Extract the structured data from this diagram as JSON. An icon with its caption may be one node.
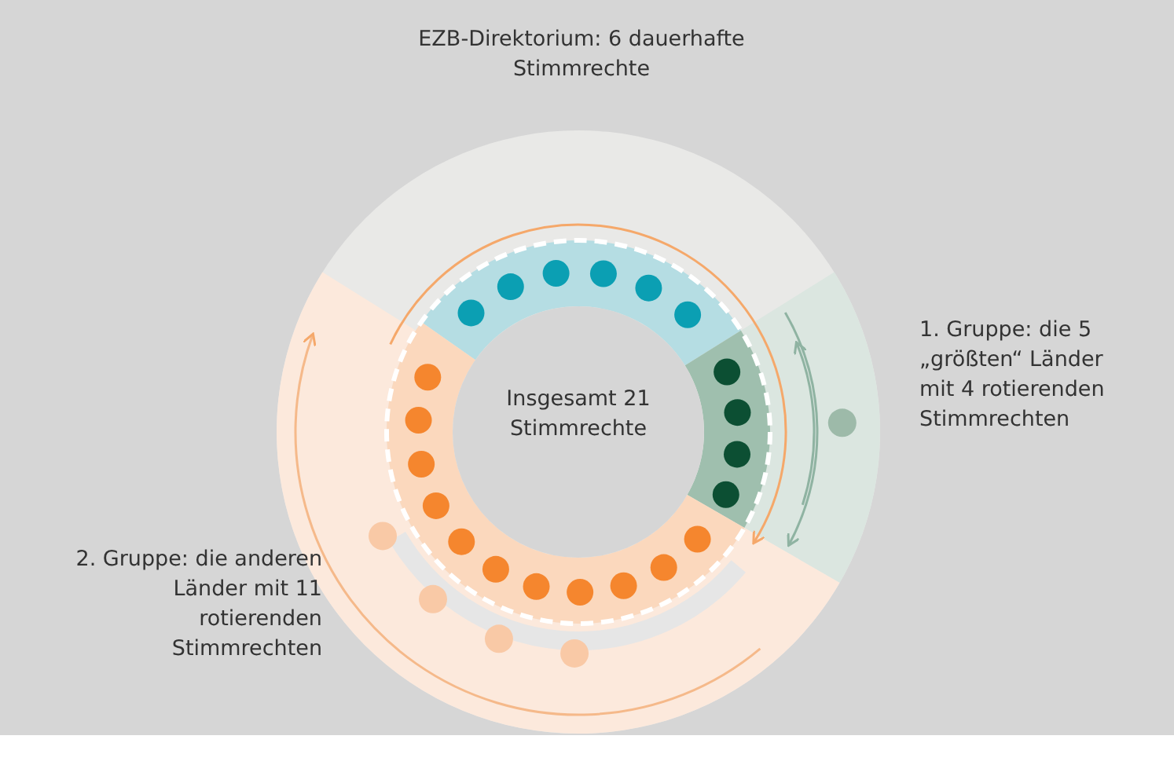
{
  "diagram": {
    "labels": [
      "EZB-Direktorium: 6 dauerhafte Stimmrechte",
      "1. Gruppe: die 5 „größten“ Länder mit 4 rotierenden Stimmrechten",
      "Insgesamt 21 Stimmrechte",
      "2. Gruppe: die anderen Länder mit 11 rotierenden Stimmrechten"
    ]
  }
}
